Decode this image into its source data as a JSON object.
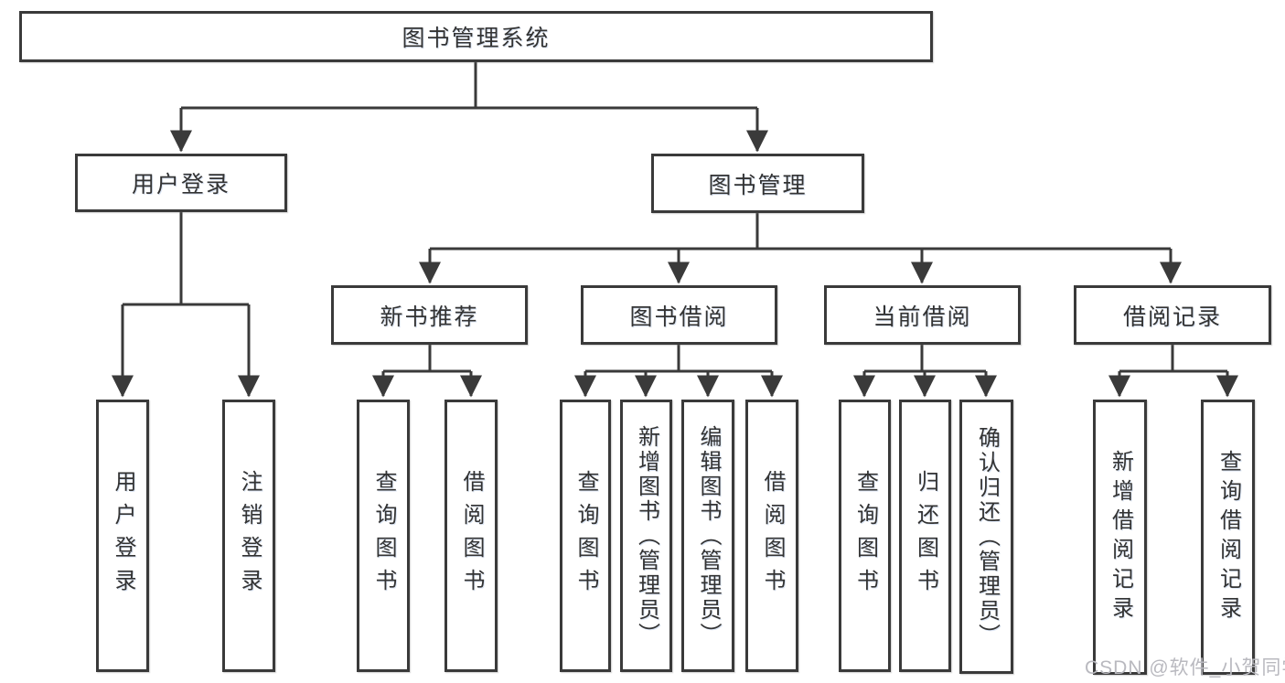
{
  "title": "图书管理系统",
  "tree": {
    "root": "图书管理系统",
    "user_login": "用户登录",
    "book_mgmt": "图书管理",
    "new_rec": "新书推荐",
    "book_borrow": "图书借阅",
    "current_borrow": "当前借阅",
    "borrow_records": "借阅记录",
    "leaves": {
      "user": [
        "用户登录",
        "注销登录"
      ],
      "new_rec": [
        "查询图书",
        "借阅图书"
      ],
      "book_borrow": [
        "查询图书",
        "新增图书（管理员）",
        "编辑图书（管理员）",
        "借阅图书"
      ],
      "current_borrow": [
        "查询图书",
        "归还图书",
        "确认归还（管理员）"
      ],
      "borrow_records": [
        "新增借阅记录",
        "查询借阅记录"
      ]
    }
  },
  "watermark": "CSDN @软件_小贺同学",
  "colors": {
    "line": "#3a3a3a",
    "text": "#333333",
    "watermark": "#b9b9bf",
    "background": "#ffffff"
  }
}
